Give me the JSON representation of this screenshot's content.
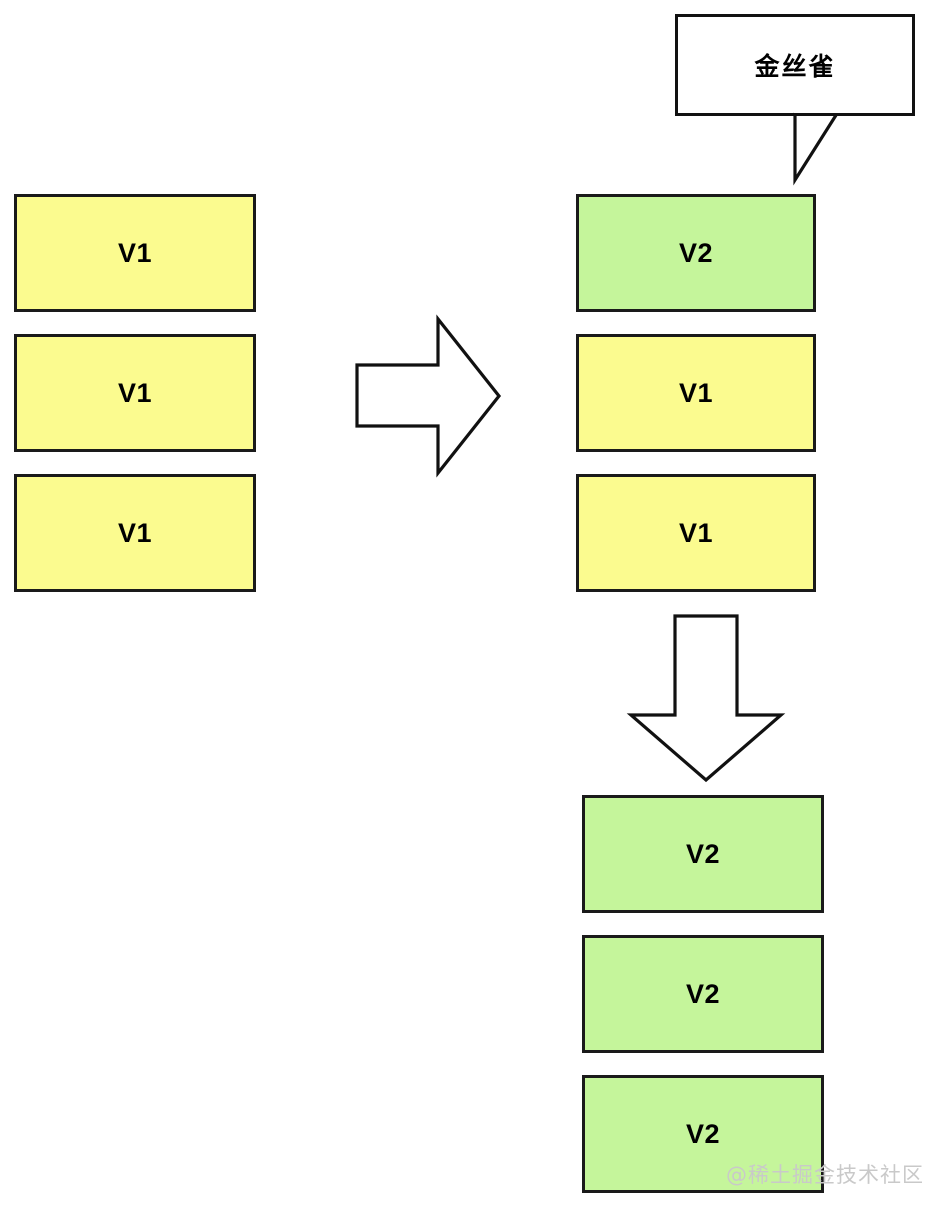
{
  "diagram": {
    "title": "canary-deployment-diagram",
    "background_color": "#ffffff",
    "colors": {
      "v1_fill": "#fbfb8f",
      "v2_fill": "#c5f59b",
      "stroke": "#1a1a1a",
      "watermark": "#c9c9c9"
    }
  },
  "callout": {
    "label": "金丝雀"
  },
  "before_column": {
    "boxes": [
      {
        "label": "V1",
        "version": "v1"
      },
      {
        "label": "V1",
        "version": "v1"
      },
      {
        "label": "V1",
        "version": "v1"
      }
    ]
  },
  "during_column": {
    "boxes": [
      {
        "label": "V2",
        "version": "v2"
      },
      {
        "label": "V1",
        "version": "v1"
      },
      {
        "label": "V1",
        "version": "v1"
      }
    ]
  },
  "after_column": {
    "boxes": [
      {
        "label": "V2",
        "version": "v2"
      },
      {
        "label": "V2",
        "version": "v2"
      },
      {
        "label": "V2",
        "version": "v2"
      }
    ]
  },
  "arrows": {
    "horizontal": "arrow-right",
    "vertical": "arrow-down"
  },
  "watermark": {
    "text": "@稀土掘金技术社区"
  }
}
